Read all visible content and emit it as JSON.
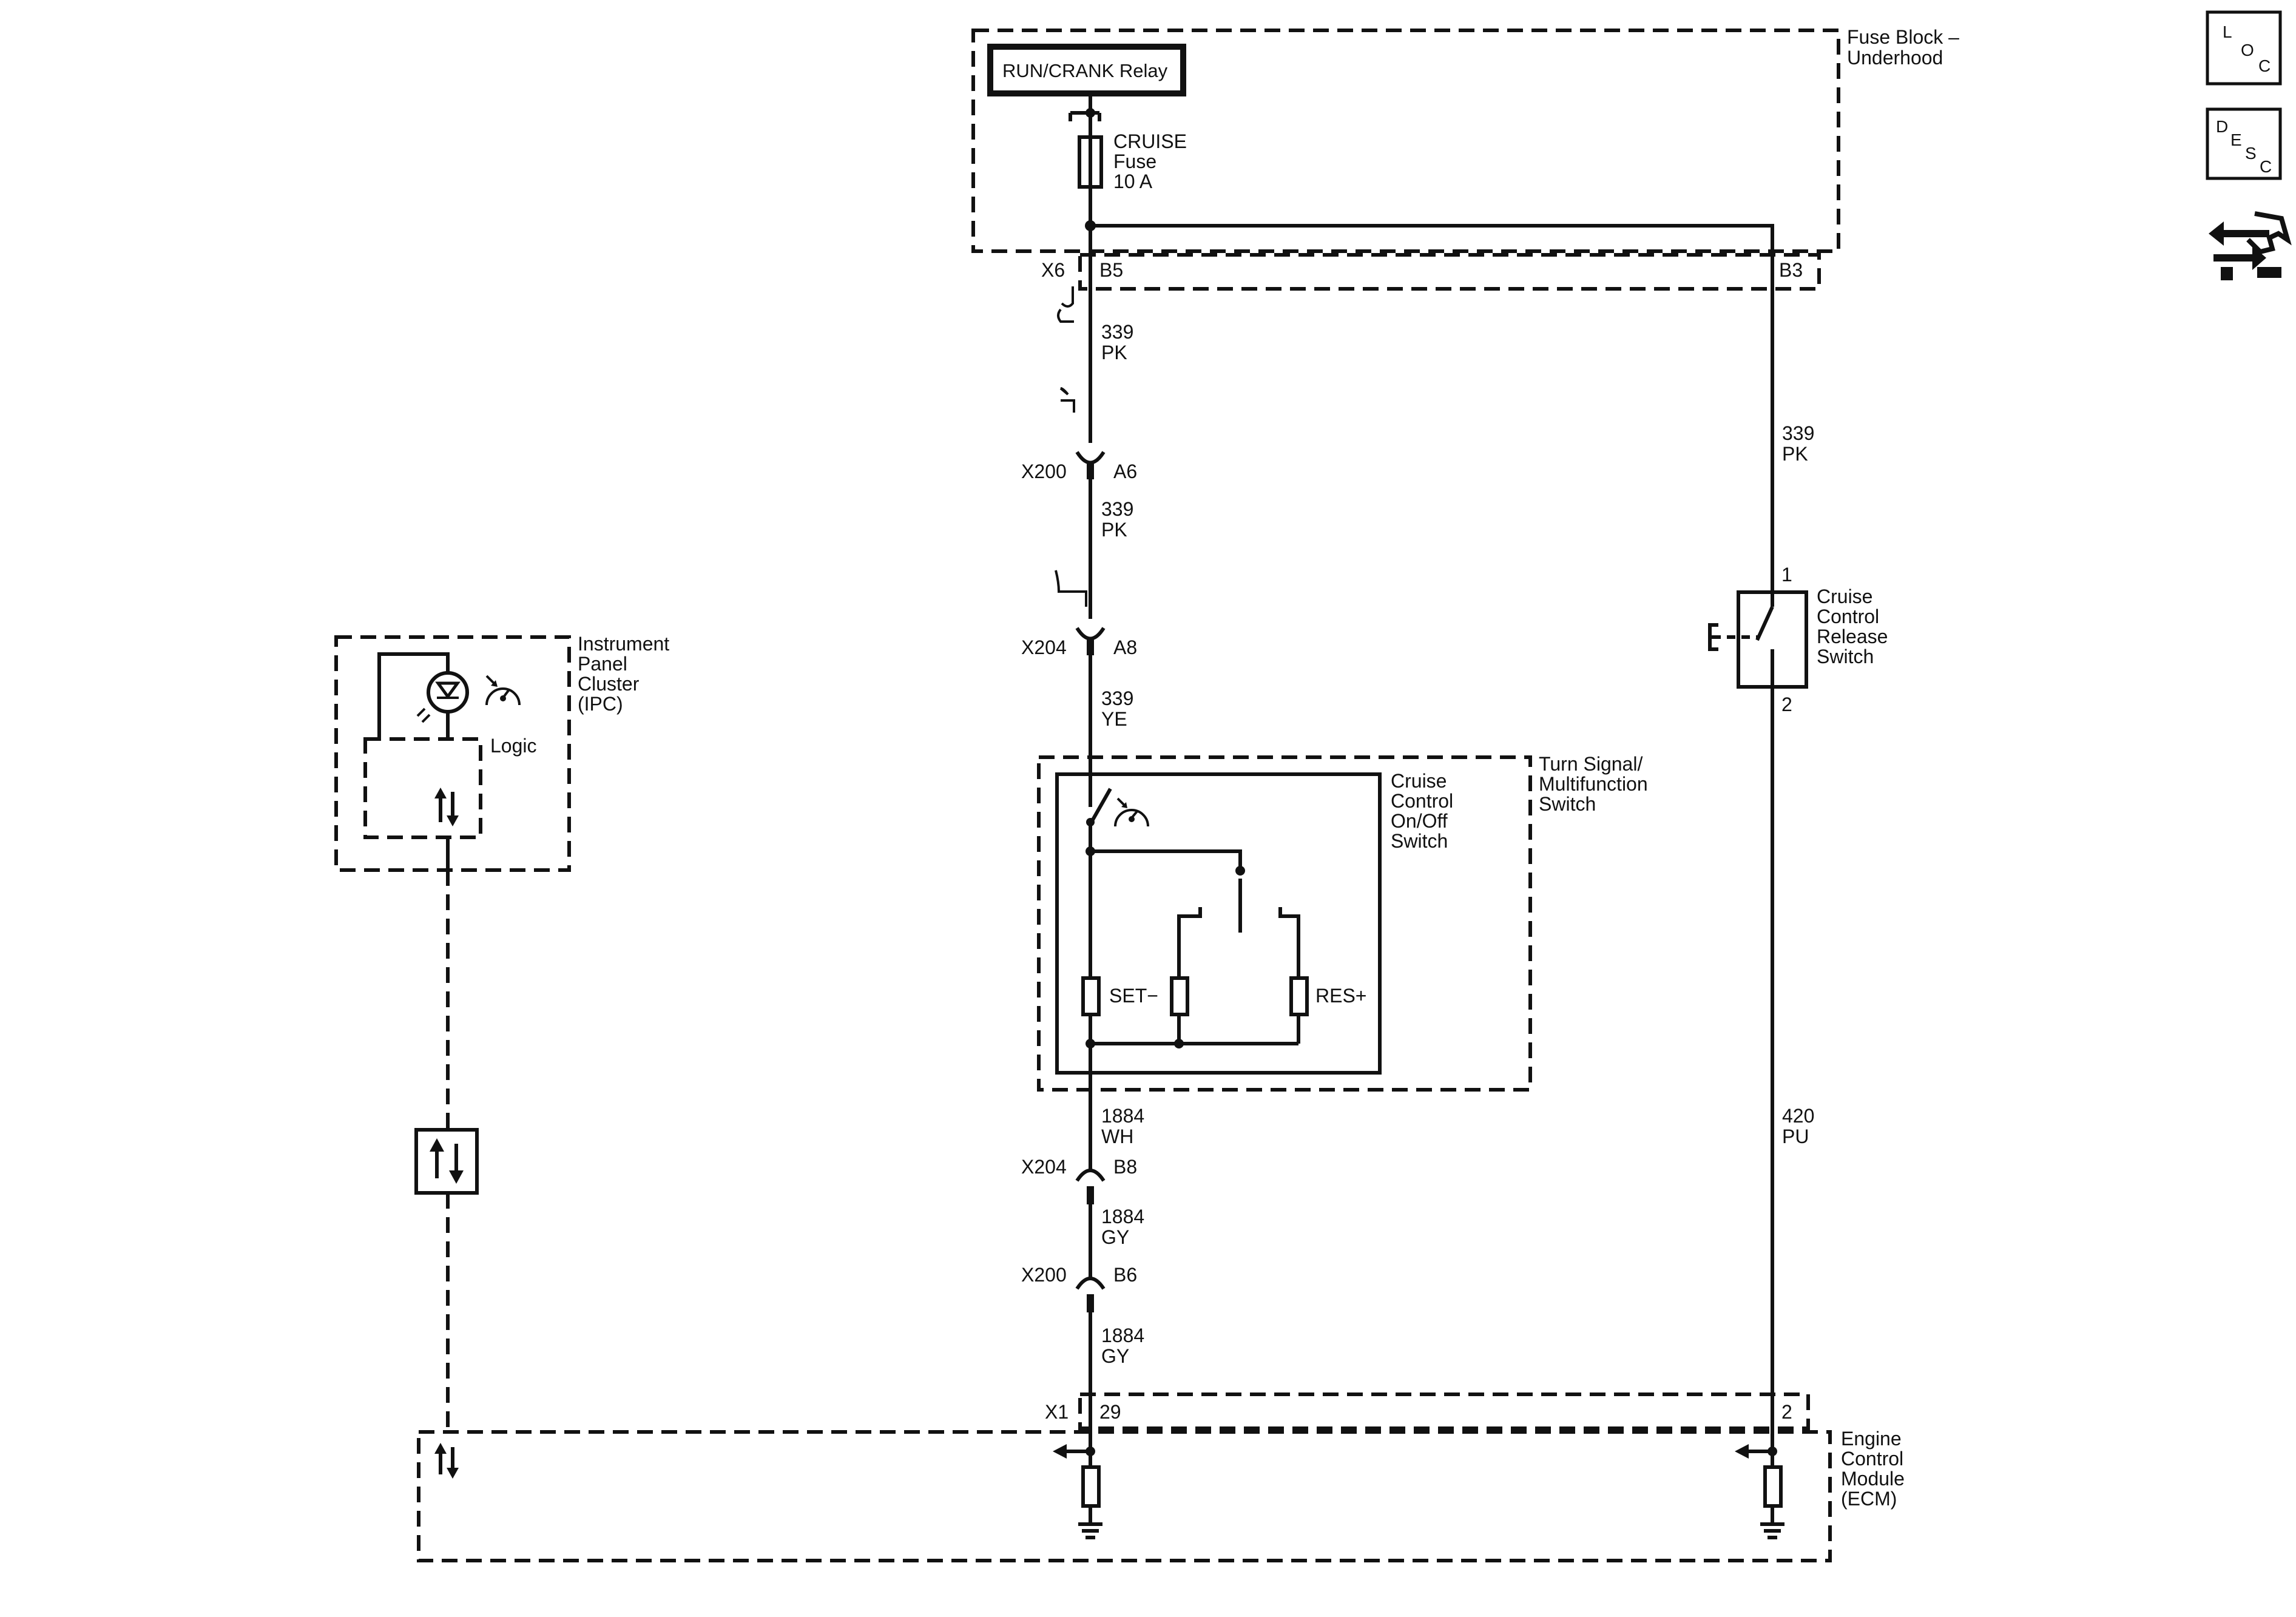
{
  "components": {
    "fuse_block": {
      "line1": "Fuse Block –",
      "line2": "Underhood"
    },
    "relay": "RUN/CRANK Relay",
    "fuse": {
      "line1": "CRUISE",
      "line2": "Fuse",
      "line3": "10 A"
    },
    "ipc": {
      "line1": "Instrument",
      "line2": "Panel",
      "line3": "Cluster",
      "line4": "(IPC)",
      "logic": "Logic"
    },
    "turn_signal": {
      "line1": "Turn Signal/",
      "line2": "Multifunction",
      "line3": "Switch"
    },
    "cruise_onoff": {
      "line1": "Cruise",
      "line2": "Control",
      "line3": "On/Off",
      "line4": "Switch"
    },
    "release_switch": {
      "line1": "Cruise",
      "line2": "Control",
      "line3": "Release",
      "line4": "Switch",
      "pin_top": "1",
      "pin_bottom": "2"
    },
    "ecm": {
      "line1": "Engine",
      "line2": "Control",
      "line3": "Module",
      "line4": "(ECM)"
    },
    "set_label": "SET−",
    "res_label": "RES+"
  },
  "connectors": {
    "x6": {
      "name": "X6",
      "pin_left": "B5",
      "pin_right": "B3"
    },
    "x200_a": {
      "name": "X200",
      "pin": "A6"
    },
    "x204_a": {
      "name": "X204",
      "pin": "A8"
    },
    "x204_b": {
      "name": "X204",
      "pin": "B8"
    },
    "x200_b": {
      "name": "X200",
      "pin": "B6"
    },
    "x1": {
      "name": "X1",
      "pin_left": "29",
      "pin_right": "2"
    }
  },
  "wires": [
    {
      "circuit": "339",
      "color": "PK"
    },
    {
      "circuit": "339",
      "color": "PK"
    },
    {
      "circuit": "339",
      "color": "YE"
    },
    {
      "circuit": "1884",
      "color": "WH"
    },
    {
      "circuit": "1884",
      "color": "GY"
    },
    {
      "circuit": "1884",
      "color": "GY"
    },
    {
      "circuit": "339",
      "color": "PK"
    },
    {
      "circuit": "420",
      "color": "PU"
    }
  ],
  "sidebar": {
    "loc": {
      "l": "L",
      "o": "O",
      "c": "C"
    },
    "desc": {
      "d": "D",
      "e": "E",
      "s": "S",
      "c": "C"
    }
  }
}
